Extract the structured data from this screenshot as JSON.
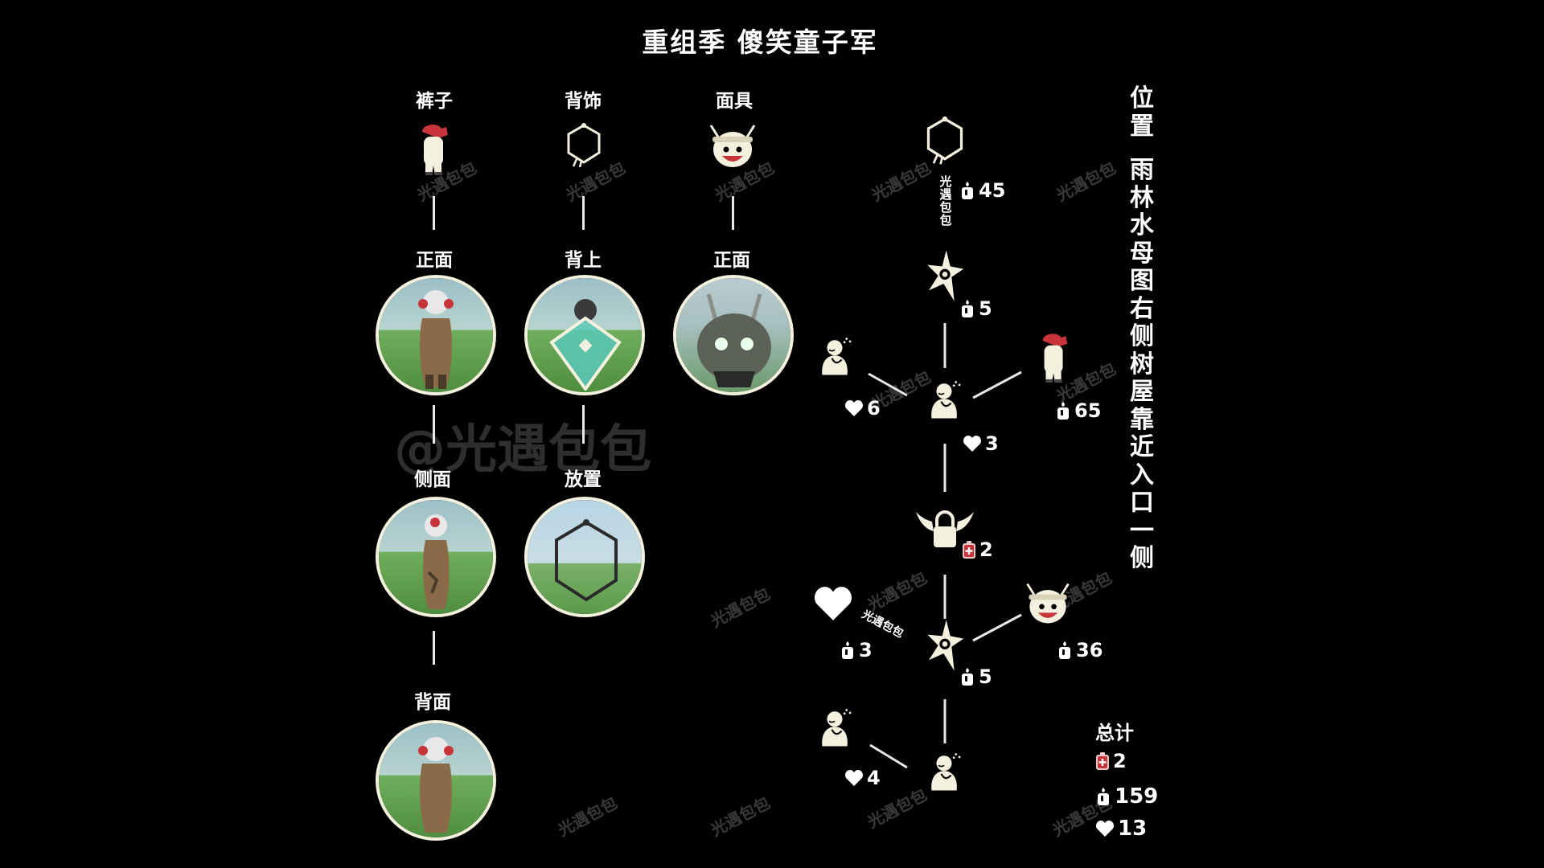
{
  "title": "重组季  傻笑童子军",
  "columns": [
    {
      "label": "裤子",
      "views": [
        "正面",
        "侧面",
        "背面"
      ]
    },
    {
      "label": "背饰",
      "views": [
        "背上",
        "放置"
      ]
    },
    {
      "label": "面具",
      "views": [
        "正面"
      ]
    }
  ],
  "location": "位置 雨林水母图右侧树屋靠近入口一侧",
  "tree": {
    "n1_cost": "45",
    "n2_cost": "5",
    "left_a_cost": "6",
    "center_a_cost": "3",
    "right_a_cost": "65",
    "lock_cost": "2",
    "left_b_cost": "3",
    "n3_cost": "5",
    "right_b_cost": "36",
    "left_c_cost": "4",
    "vertical_watermark": "光遇包包",
    "diag_watermark": "光遇包包"
  },
  "totals": {
    "label": "总计",
    "ticket": "2",
    "candle": "159",
    "heart": "13"
  },
  "watermark_big": "@光遇包包",
  "watermark_small": "光遇包包",
  "colors": {
    "cream": "#f3f0de",
    "red": "#c8343a",
    "bg": "#000000"
  }
}
